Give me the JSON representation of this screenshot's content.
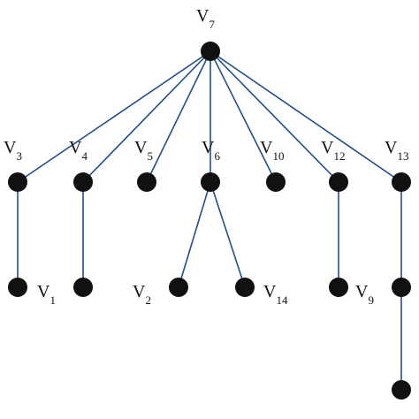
{
  "diagram": {
    "edge_color": "#1f4e8f",
    "node_color": "#111111",
    "nodes": [
      {
        "id": "v7",
        "letter": "V",
        "sub": "7"
      },
      {
        "id": "v3",
        "letter": "V",
        "sub": "3"
      },
      {
        "id": "v4",
        "letter": "V",
        "sub": "4"
      },
      {
        "id": "v5",
        "letter": "V",
        "sub": "5"
      },
      {
        "id": "v6",
        "letter": "V",
        "sub": "6"
      },
      {
        "id": "v10",
        "letter": "V",
        "sub": "10"
      },
      {
        "id": "v12",
        "letter": "V",
        "sub": "12"
      },
      {
        "id": "v13",
        "letter": "V",
        "sub": "13"
      },
      {
        "id": "v1",
        "letter": "V",
        "sub": "1"
      },
      {
        "id": "v2",
        "letter": "V",
        "sub": "2"
      },
      {
        "id": "v14",
        "letter": "V",
        "sub": "14"
      },
      {
        "id": "v9",
        "letter": "V",
        "sub": "9"
      },
      {
        "id": "u1",
        "letter": "",
        "sub": ""
      },
      {
        "id": "u2",
        "letter": "",
        "sub": ""
      },
      {
        "id": "u3",
        "letter": "",
        "sub": ""
      }
    ],
    "edges": [
      [
        "v7",
        "v3"
      ],
      [
        "v7",
        "v4"
      ],
      [
        "v7",
        "v5"
      ],
      [
        "v7",
        "v6"
      ],
      [
        "v7",
        "v10"
      ],
      [
        "v7",
        "v12"
      ],
      [
        "v7",
        "v13"
      ],
      [
        "v3",
        "v1"
      ],
      [
        "v4",
        "u1"
      ],
      [
        "v6",
        "v2"
      ],
      [
        "v6",
        "v14"
      ],
      [
        "v12",
        "v9"
      ],
      [
        "v13",
        "u2"
      ],
      [
        "u2",
        "u3"
      ]
    ]
  }
}
